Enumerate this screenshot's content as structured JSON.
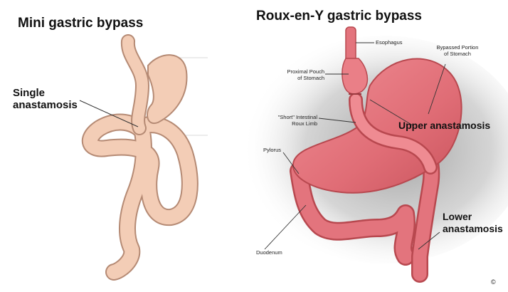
{
  "left_panel": {
    "title": "Mini gastric bypass",
    "label_single": "Single",
    "label_anastamosis": "anastamosis"
  },
  "right_panel": {
    "title": "Roux-en-Y gastric bypass",
    "esophagus": "Esophagus",
    "proximal_1": "Proximal Pouch",
    "proximal_2": "of Stomach",
    "bypassed_1": "Bypassed Portion",
    "bypassed_2": "of Stomach",
    "short_1": "\"Short\" Intestinal",
    "short_2": "Roux Limb",
    "pylorus": "Pylorus",
    "duodenum": "Duodenum",
    "upper": "Upper anastamosis",
    "lower_1": "Lower",
    "lower_2": "anastamosis",
    "copyright": "©"
  },
  "colors": {
    "left_tissue": "#f3cdb6",
    "left_outline": "#b58a74",
    "right_tissue": "#e3747d",
    "right_dark": "#b8484f",
    "shadow": "#bcbcbc"
  }
}
